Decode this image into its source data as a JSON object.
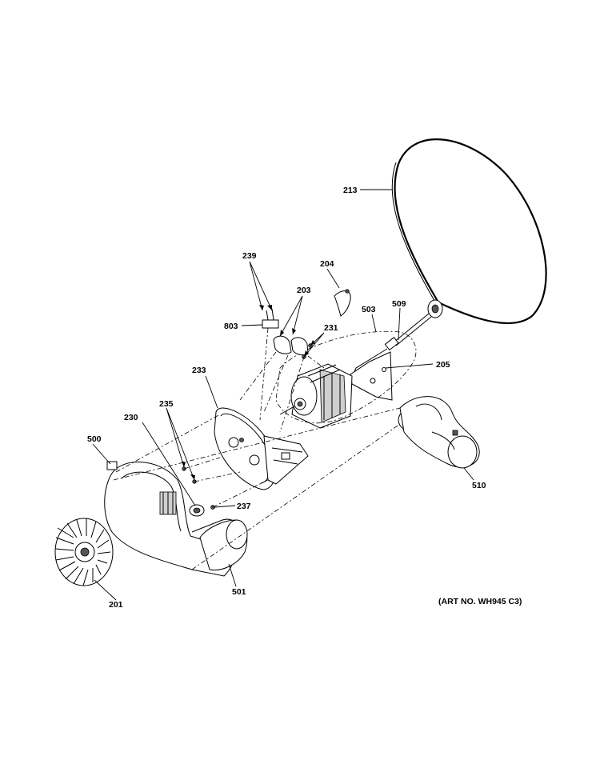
{
  "art_number": "(ART NO. WH945 C3)",
  "callouts": [
    {
      "id": "c213",
      "label": "213"
    },
    {
      "id": "c239",
      "label": "239"
    },
    {
      "id": "c204",
      "label": "204"
    },
    {
      "id": "c203",
      "label": "203"
    },
    {
      "id": "c803",
      "label": "803"
    },
    {
      "id": "c231",
      "label": "231"
    },
    {
      "id": "c503",
      "label": "503"
    },
    {
      "id": "c509",
      "label": "509"
    },
    {
      "id": "c205",
      "label": "205"
    },
    {
      "id": "c233",
      "label": "233"
    },
    {
      "id": "c235",
      "label": "235"
    },
    {
      "id": "c230",
      "label": "230"
    },
    {
      "id": "c500",
      "label": "500"
    },
    {
      "id": "c237",
      "label": "237"
    },
    {
      "id": "c510",
      "label": "510"
    },
    {
      "id": "c501",
      "label": "501"
    },
    {
      "id": "c201",
      "label": "201"
    }
  ]
}
